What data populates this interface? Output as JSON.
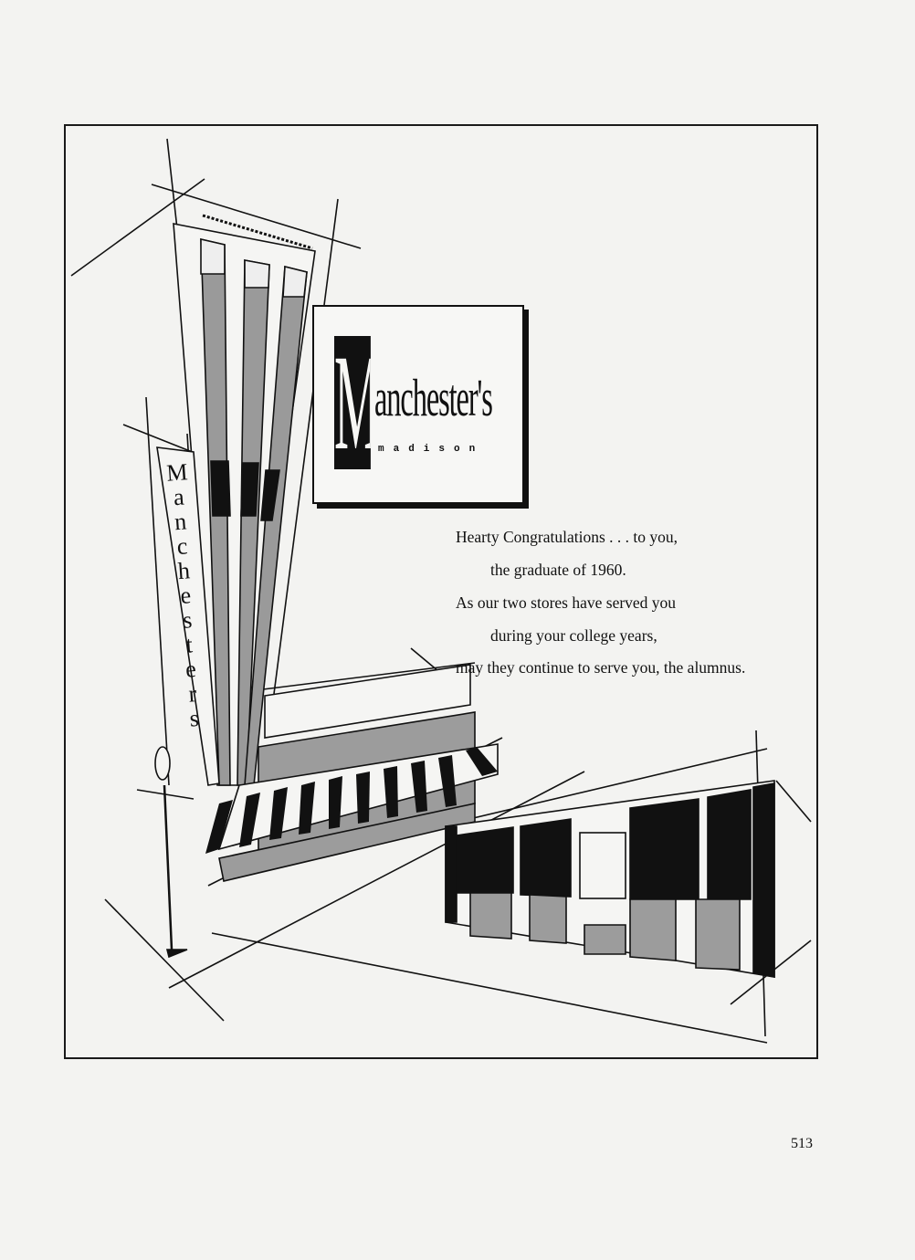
{
  "advertisement": {
    "logo": {
      "initial": "M",
      "rest": "anchester's",
      "city": "madison"
    },
    "vertical_sign": [
      "M",
      "a",
      "n",
      "c",
      "h",
      "e",
      "s",
      "t",
      "e",
      "r",
      "s"
    ],
    "message_lines": [
      "Hearty Congratulations . . . to you,",
      "the graduate of 1960.",
      "As our two stores have served you",
      "during your college years,",
      "may they continue to serve you, the alumnus."
    ]
  },
  "page_number": "513"
}
